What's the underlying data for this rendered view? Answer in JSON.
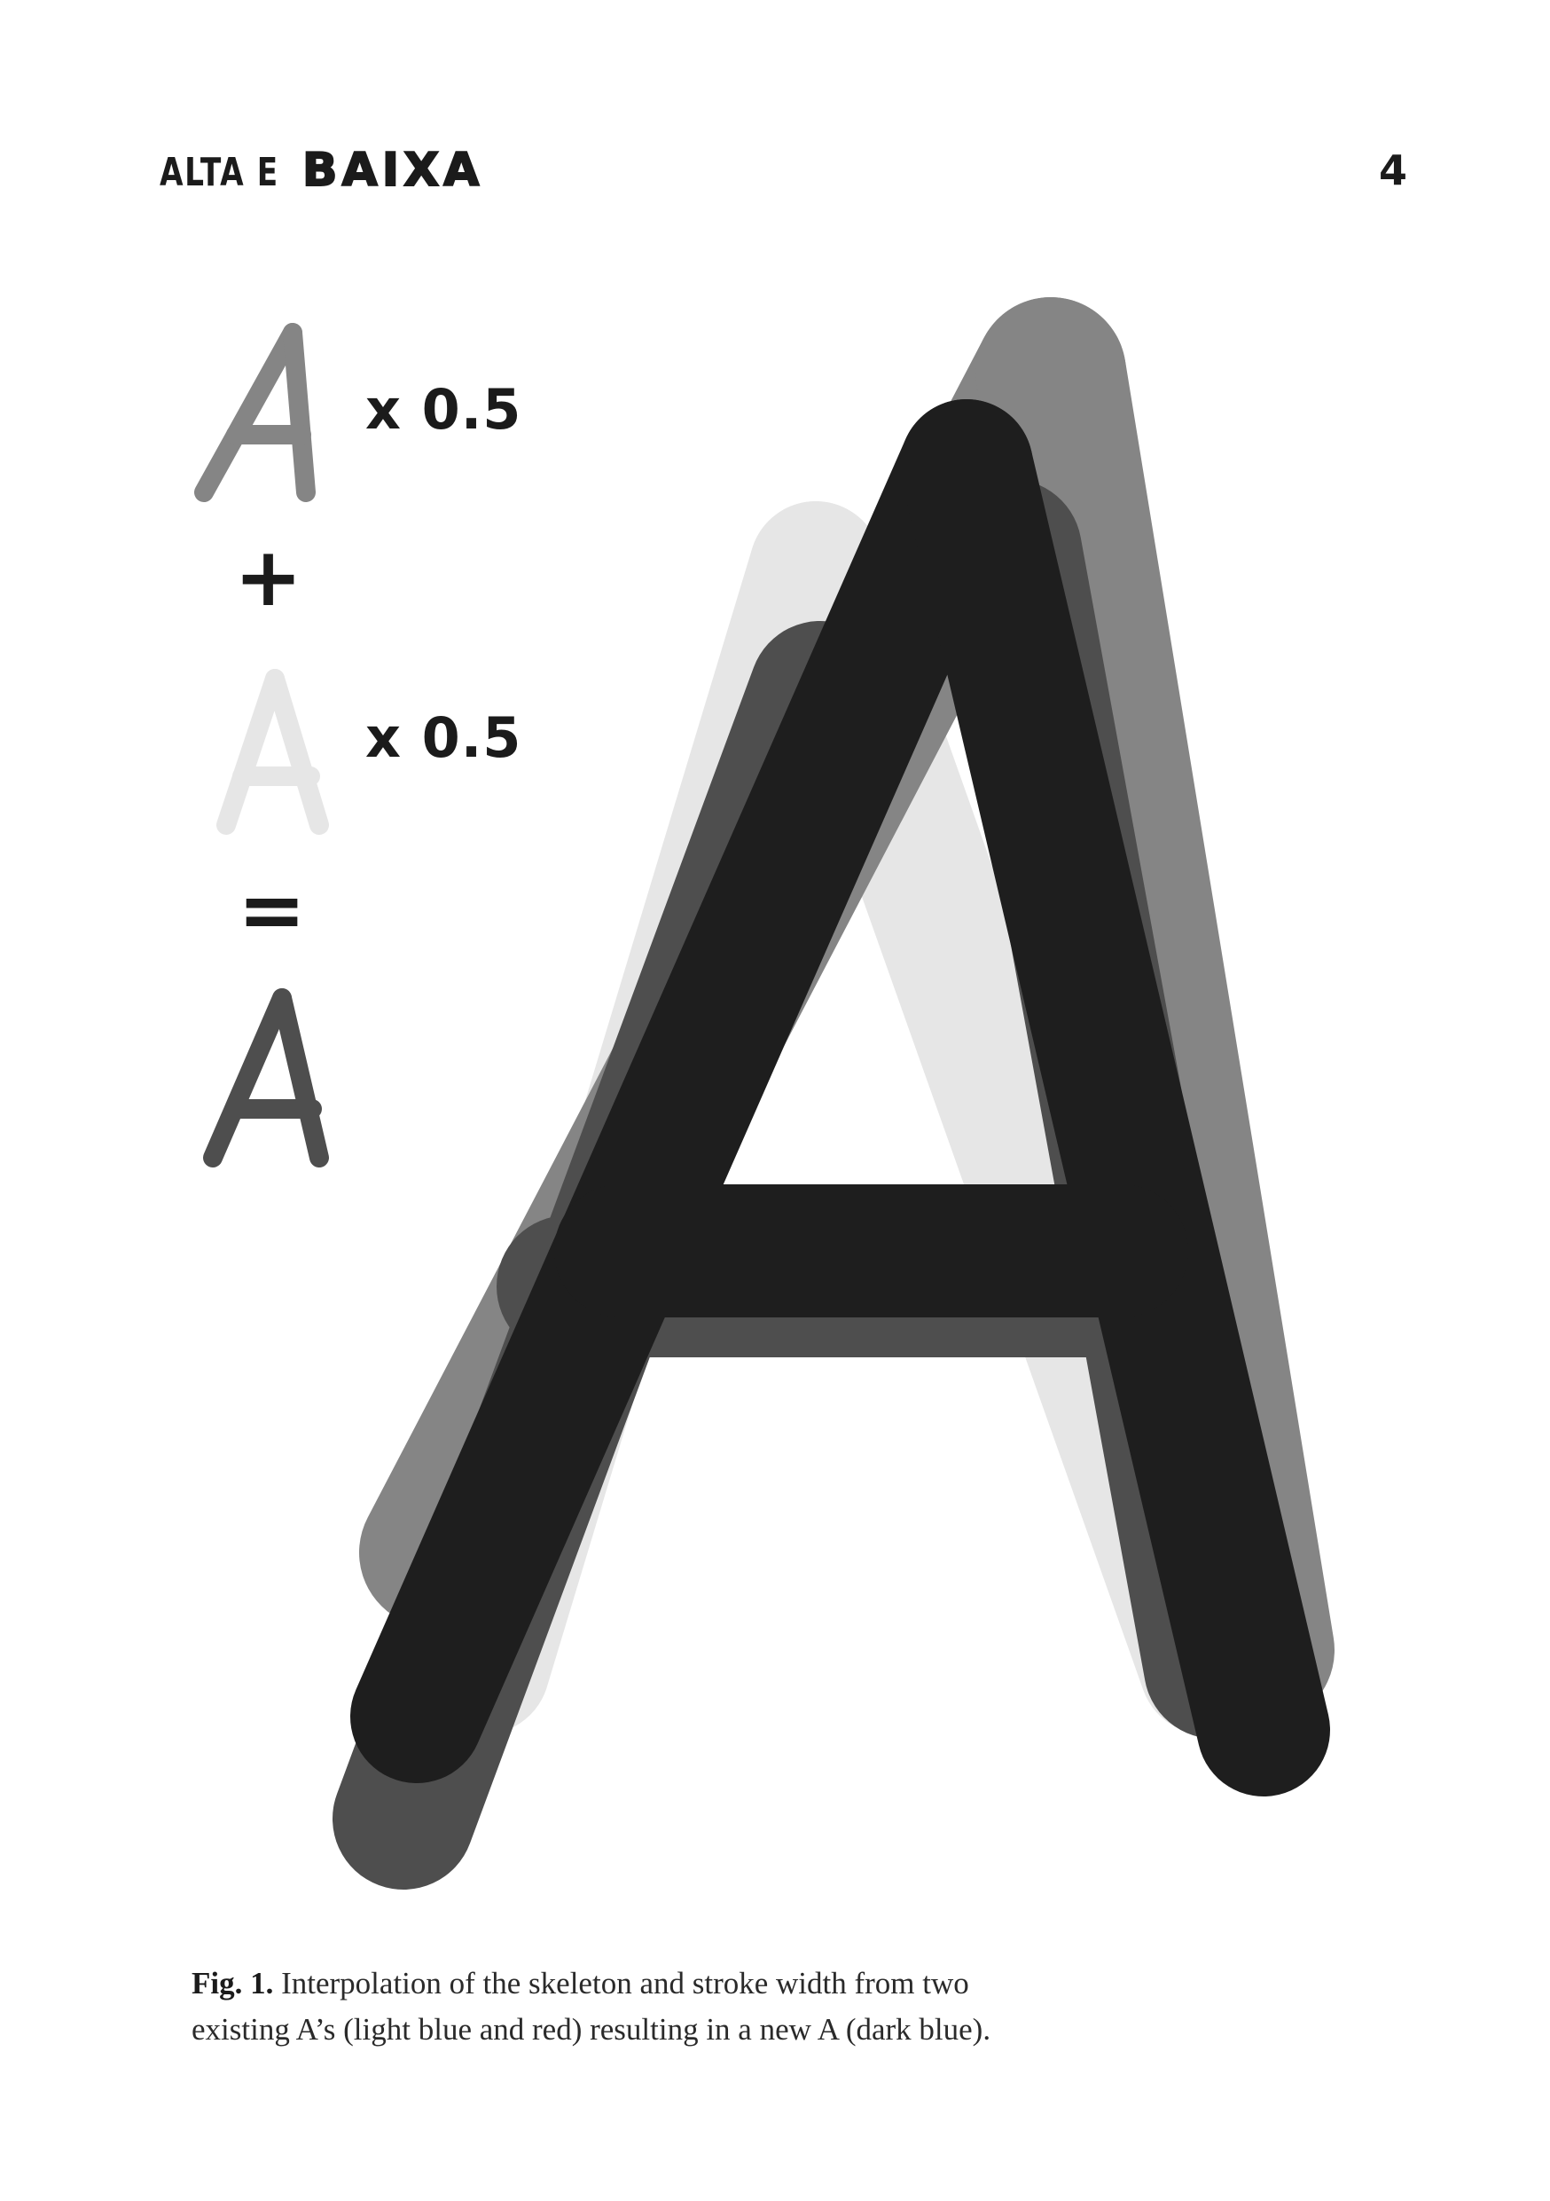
{
  "header": {
    "title_light": "ALTA E",
    "title_bold": "BAIXA",
    "page_number": "4"
  },
  "equation": {
    "multiplier_1": "x 0.5",
    "plus_sign": "+",
    "multiplier_2": "x 0.5",
    "equals_sign": "="
  },
  "figure": {
    "colors": {
      "source_a_1": "#858585",
      "source_a_2": "#e6e6e6",
      "result_a": "#4e4e4e",
      "foreground_a": "#1e1e1e"
    }
  },
  "caption": {
    "label": "Fig. 1.",
    "line1": "Interpolation of the skeleton and stroke width from two",
    "line2": "existing A’s (light blue and red) resulting in a new A (dark blue)."
  }
}
